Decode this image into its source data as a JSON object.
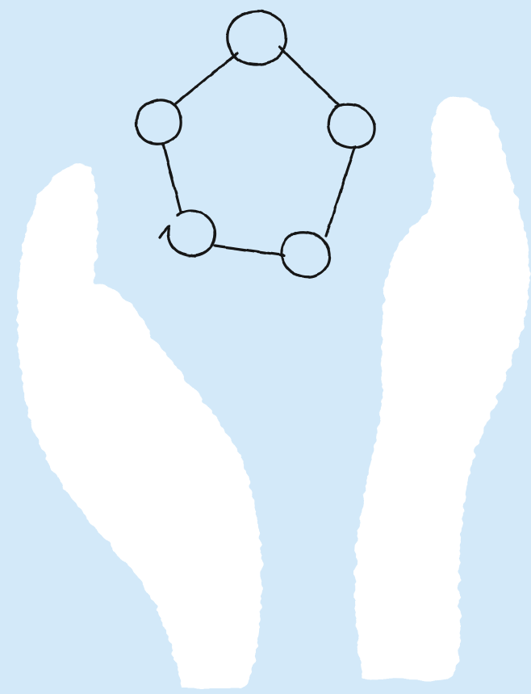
{
  "scene": {
    "background_color": "#d3e9f9",
    "hand_color": "#ffffff",
    "ink_color": "#141414",
    "left_hand": {
      "icon": "open-palm-left-brushstroke"
    },
    "right_hand": {
      "icon": "open-palm-right-brushstroke"
    },
    "pentagon_graph": {
      "icon": "pentagon-ring-graph",
      "node_count": 5,
      "edges": [
        [
          0,
          1
        ],
        [
          1,
          2
        ],
        [
          2,
          3
        ],
        [
          3,
          4
        ],
        [
          4,
          0
        ]
      ]
    }
  }
}
